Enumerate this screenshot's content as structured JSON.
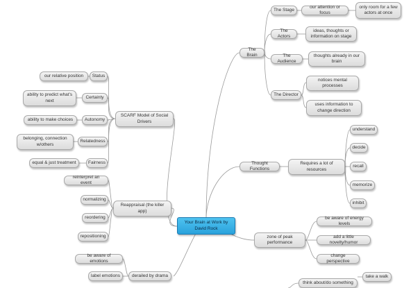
{
  "center": "Your Brain at Work by David Rock",
  "brain": {
    "title": "The Brain",
    "stage": "The Stage",
    "stage_desc": "our attention or focus",
    "stage_desc2": "only room for a few actors at once",
    "actors": "The Actors",
    "actors_desc": "ideas, thoughts or information on stage",
    "audience": "The Audience",
    "audience_desc": "thoughts already in our brain",
    "director": "The Director",
    "director_desc1": "notices mental processes",
    "director_desc2": "uses information to change direction"
  },
  "scarf": {
    "title": "SCARF Model of Social Drivers",
    "status": "Status",
    "status_desc": "our relative position",
    "certainty": "Certainty",
    "certainty_desc": "ability to predict what's next",
    "autonomy": "Autonomy",
    "autonomy_desc": "ability to make choices",
    "relatedness": "Relatedness",
    "relatedness_desc": "belonging, connection w/others",
    "fairness": "Fairness",
    "fairness_desc": "equal & just treatment"
  },
  "thought": {
    "title": "Thought Functions",
    "requires": "Requires a lot of resources",
    "items": [
      "understand",
      "decide",
      "recall",
      "memorize",
      "inhibit"
    ]
  },
  "reappraisal": {
    "title": "Reappraisal (the killer app)",
    "items": [
      "reinterpret an event",
      "normalizing",
      "reordering",
      "repositioning"
    ]
  },
  "zone": {
    "title": "zone of peak performance",
    "items": [
      "be aware of energy levels",
      "add a little novelty/humor",
      "change perspective"
    ]
  },
  "derailed": {
    "title": "derailed by drama",
    "items": [
      "be aware of emotions",
      "label emotions"
    ]
  },
  "bottom": {
    "think": "think about/do something",
    "walk": "take a walk"
  }
}
